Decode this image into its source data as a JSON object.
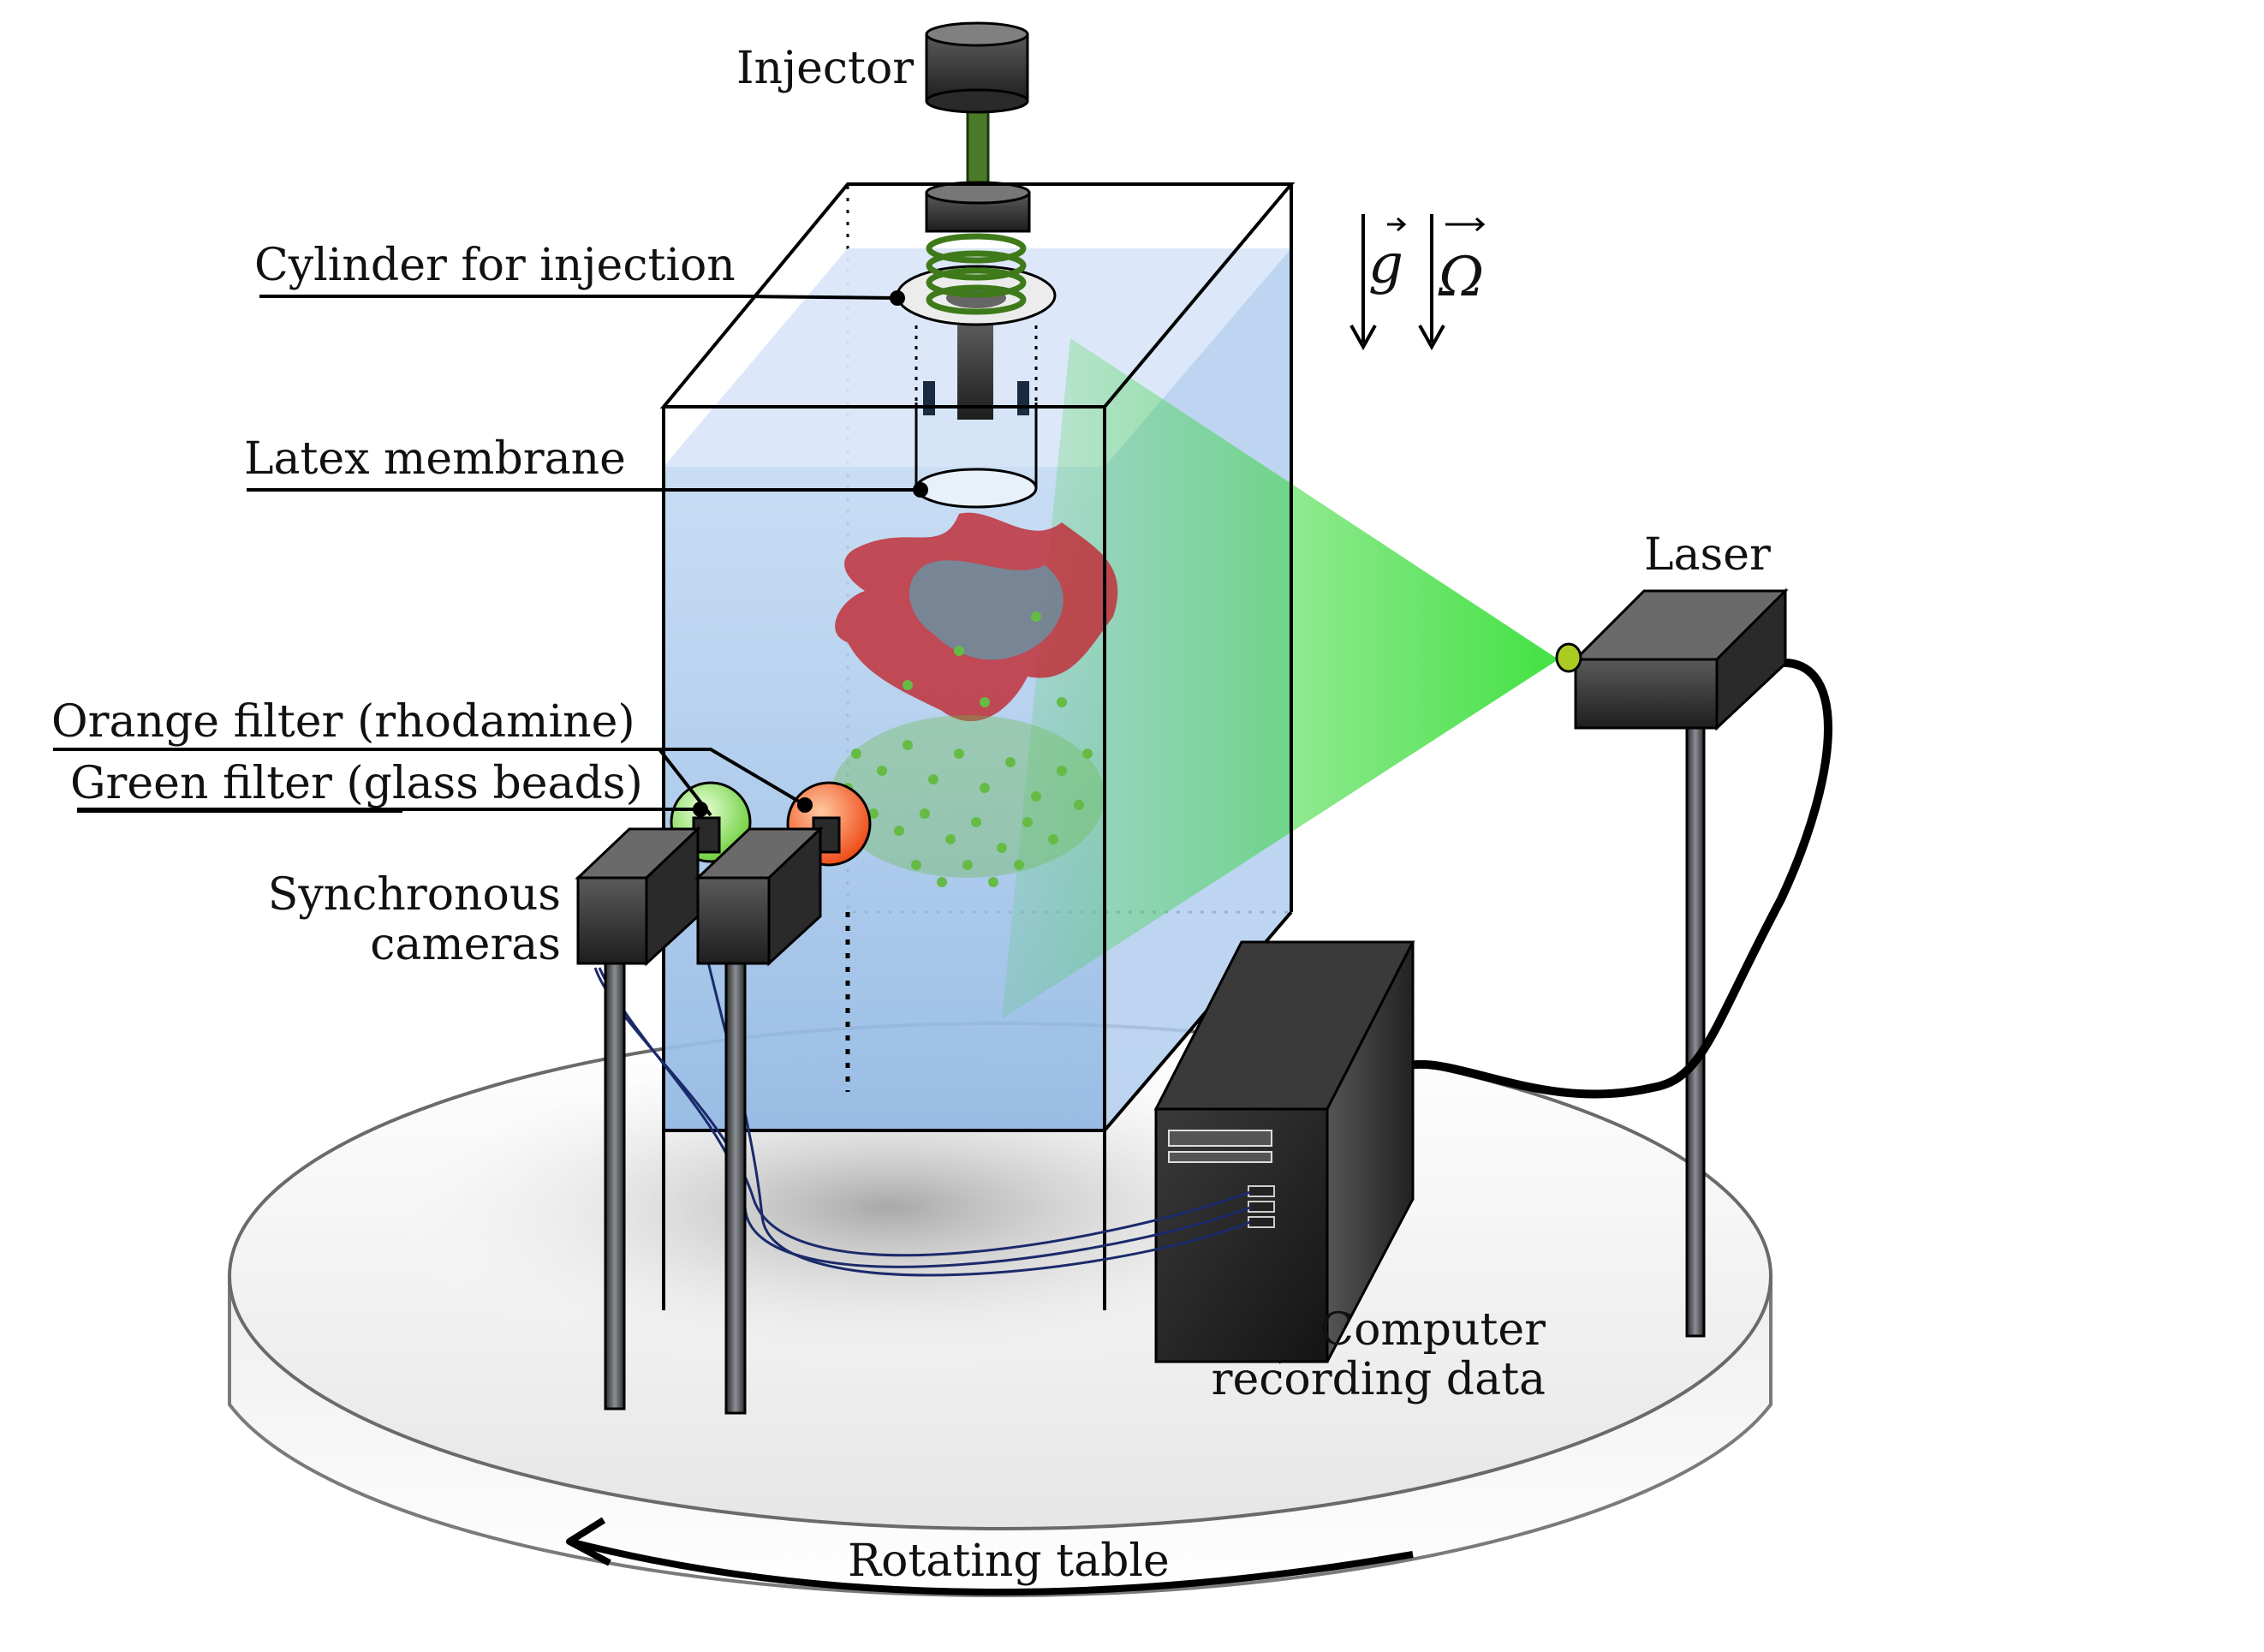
{
  "labels": {
    "injector": "Injector",
    "cylinder": "Cylinder for injection",
    "membrane": "Latex membrane",
    "orange_filter": "Orange filter (rhodamine)",
    "green_filter": "Green filter (glass beads)",
    "cameras_line1": "Synchronous",
    "cameras_line2": "cameras",
    "laser": "Laser",
    "computer_line1": "Computer",
    "computer_line2": "recording data",
    "table": "Rotating table",
    "gravity": "g",
    "rotation": "Ω"
  },
  "colors": {
    "water": "#a9c8ec",
    "laser_beam": "#22cc22",
    "rhodamine": "#c0303a",
    "glass_beads": "#66bb44",
    "equipment": "#2a2a2a",
    "table": "#f2f2f2",
    "cable": "#1a2a6a"
  }
}
